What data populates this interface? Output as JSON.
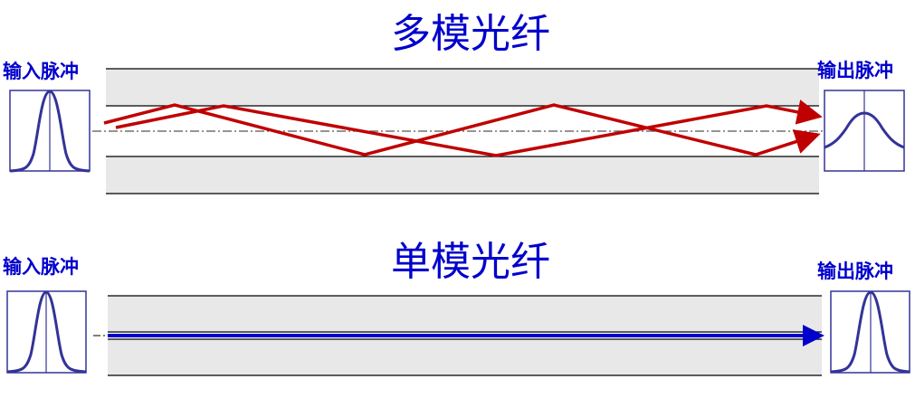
{
  "multimode": {
    "title": "多模光纤",
    "input_label": "输入脉冲",
    "output_label": "输出脉冲",
    "ray_color": "#C00000",
    "input_pulse": "narrow-gaussian",
    "output_pulse": "broadened-gaussian"
  },
  "singlemode": {
    "title": "单模光纤",
    "input_label": "输入脉冲",
    "output_label": "输出脉冲",
    "ray_color": "#0000CC",
    "input_pulse": "narrow-gaussian",
    "output_pulse": "narrow-gaussian"
  },
  "colors": {
    "text": "#0000CC",
    "cladding": "#E8E8E8",
    "pulse": "#333399",
    "centerline": "#555555"
  }
}
